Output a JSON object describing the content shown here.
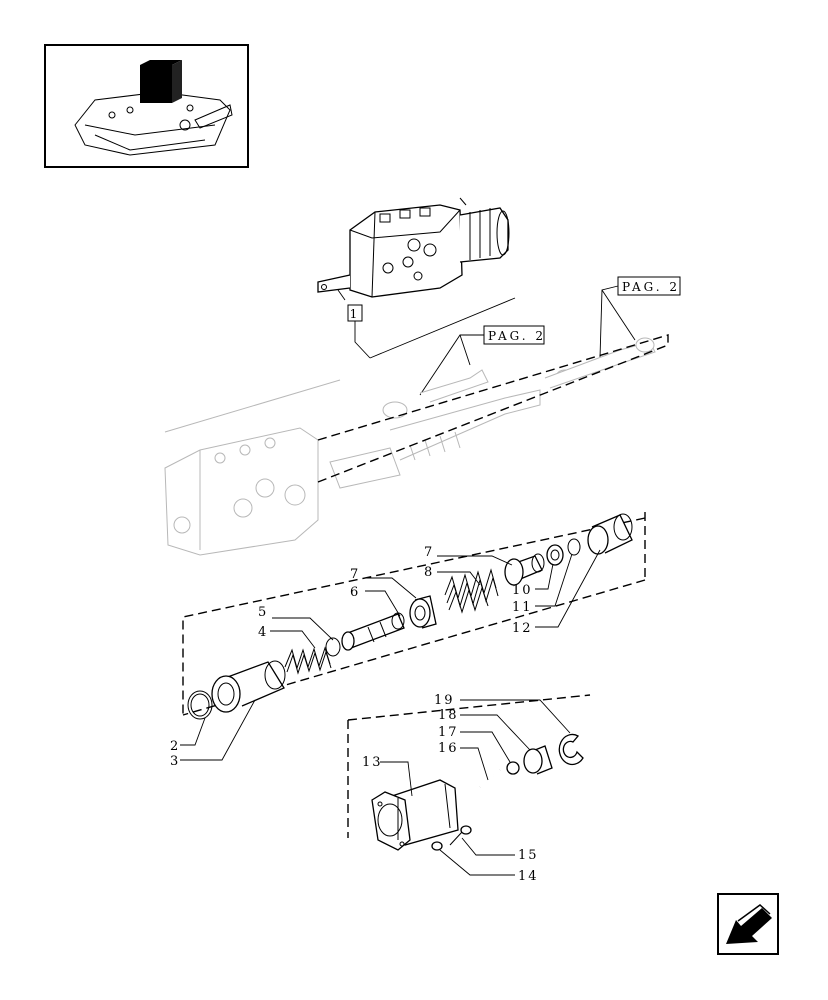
{
  "thumbnail": {
    "icon": "tractor-lift-cover-thumbnail"
  },
  "references": [
    {
      "id": "ref-assembly",
      "text": "1"
    },
    {
      "id": "ref-pag-a",
      "text": "PAG. 2"
    },
    {
      "id": "ref-pag-b",
      "text": "PAG. 2"
    }
  ],
  "callouts": {
    "c2": "2",
    "c3": "3",
    "c4": "4",
    "c5": "5",
    "c6": "6",
    "c7a": "7",
    "c7b": "7",
    "c8": "8",
    "c10": "10",
    "c11": "11",
    "c12": "12",
    "c13": "13",
    "c14": "14",
    "c15": "15",
    "c16": "16",
    "c17": "17",
    "c18": "18",
    "c19": "19"
  },
  "nav": {
    "icon": "previous-page-arrow-icon"
  }
}
